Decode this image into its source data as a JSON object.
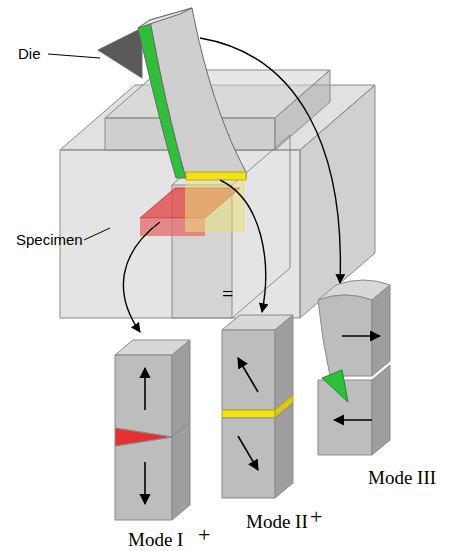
{
  "diagram": {
    "labels": [
      "Die",
      "Specimen",
      "=",
      "Mode I",
      "+",
      "Mode II",
      "+",
      "Mode III"
    ]
  }
}
